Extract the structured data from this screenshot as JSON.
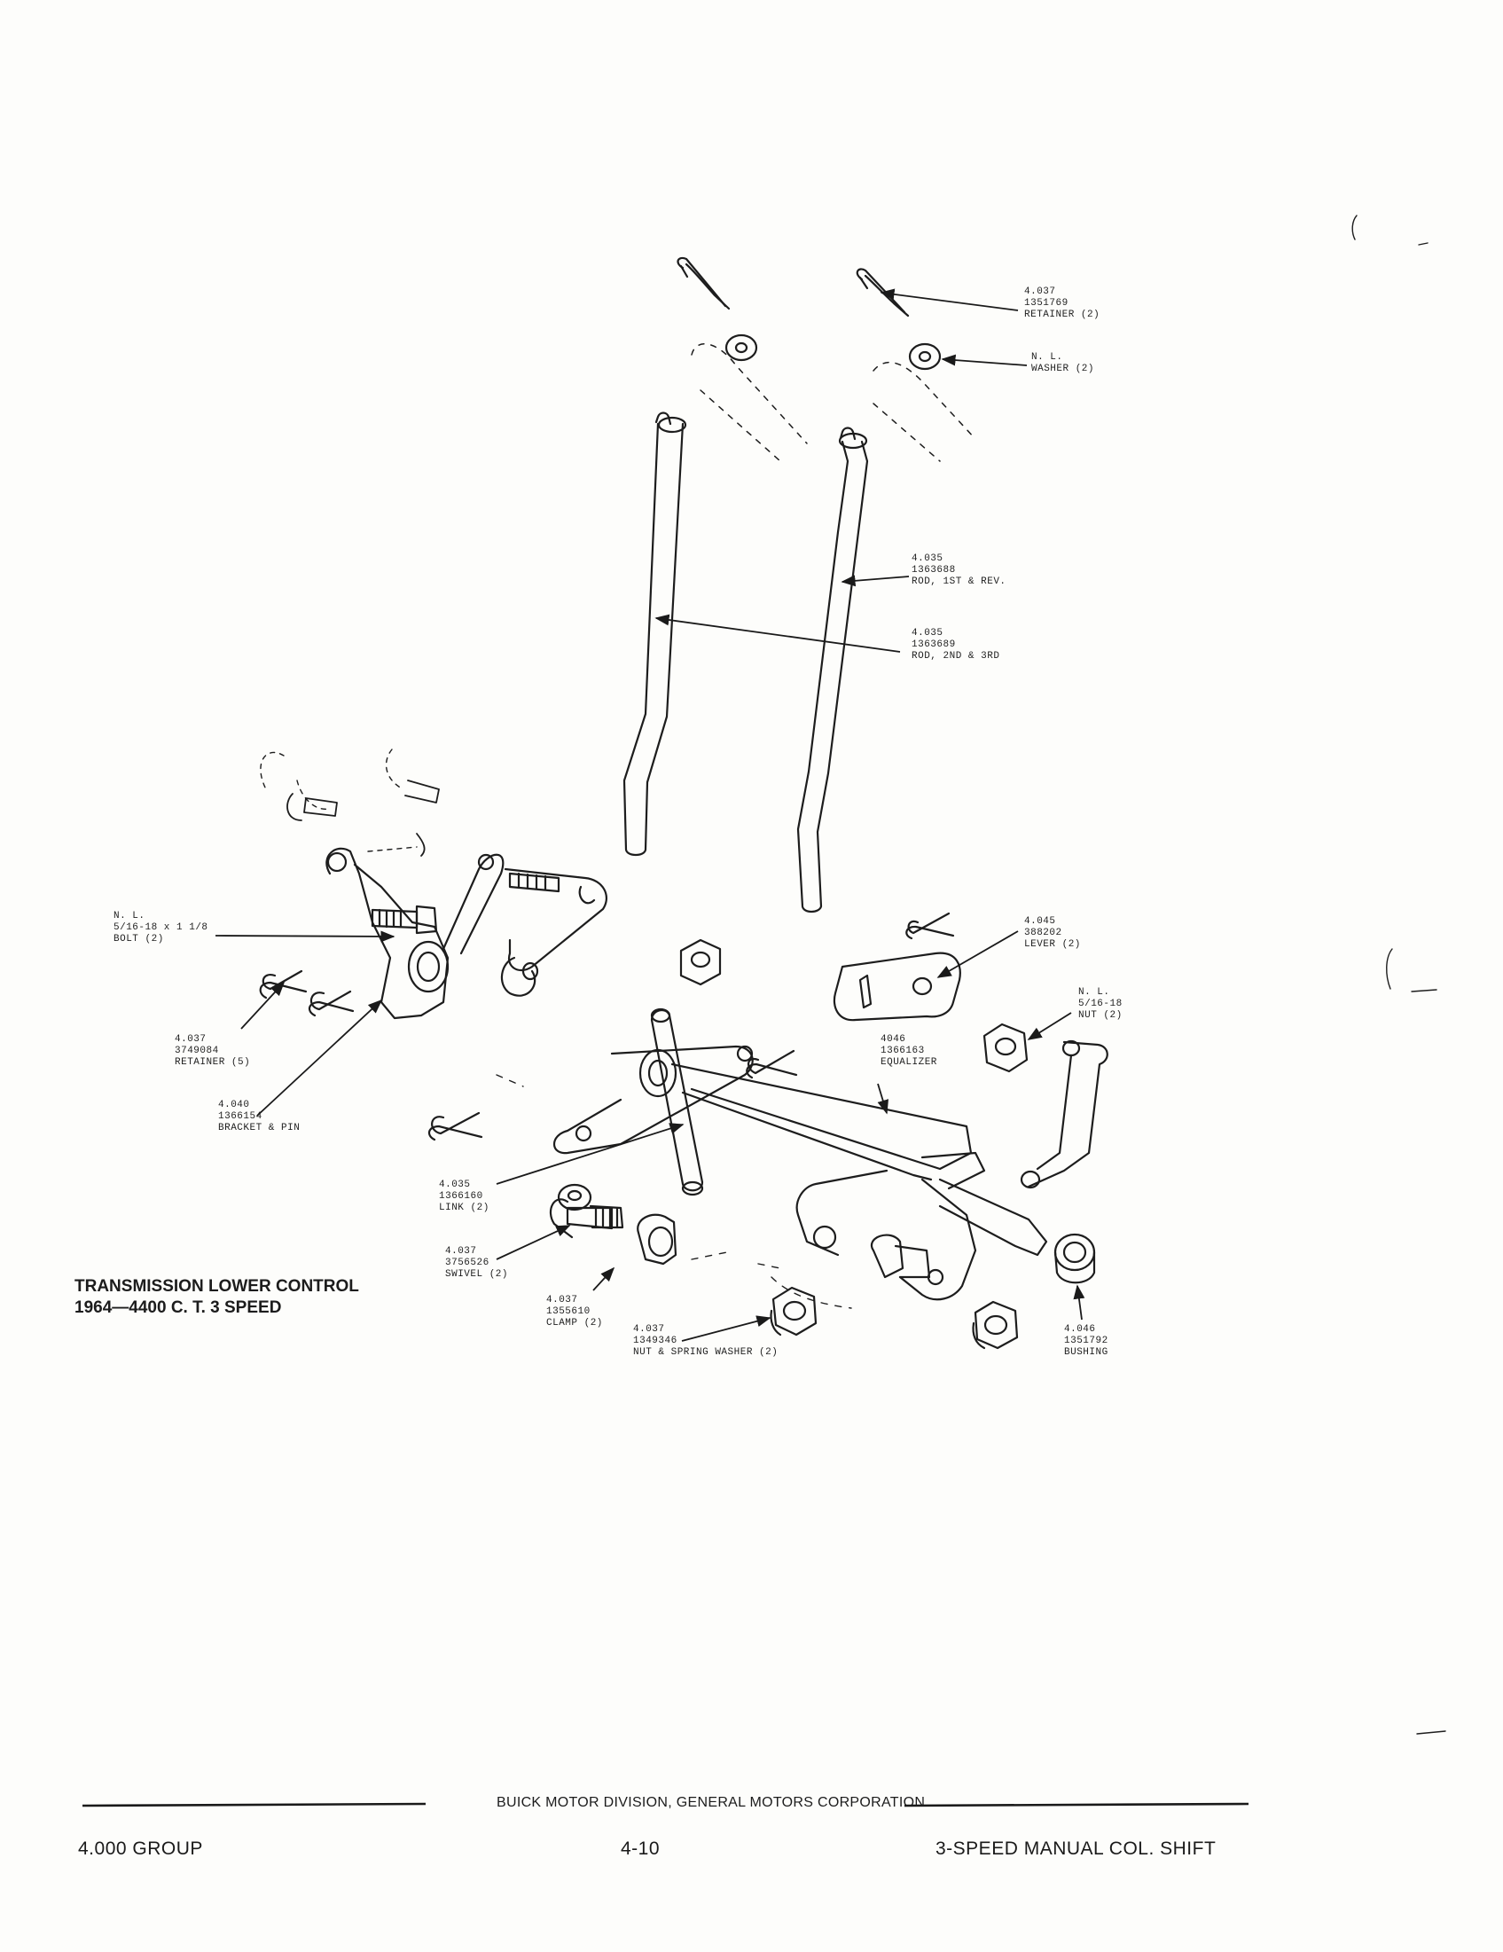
{
  "diagram": {
    "title_lines": [
      "TRANSMISSION LOWER CONTROL",
      "1964—4400 C. T. 3 SPEED"
    ],
    "callouts": [
      {
        "id": "retainer-top",
        "lines": [
          "4.037",
          "1351769",
          "RETAINER (2)"
        ]
      },
      {
        "id": "washer-top",
        "lines": [
          "N. L.",
          "WASHER (2)"
        ]
      },
      {
        "id": "rod-1st-rev",
        "lines": [
          "4.035",
          "1363688",
          "ROD, 1ST & REV."
        ]
      },
      {
        "id": "rod-2nd-3rd",
        "lines": [
          "4.035",
          "1363689",
          "ROD, 2ND & 3RD"
        ]
      },
      {
        "id": "bolt",
        "lines": [
          "N. L.",
          "5/16-18 x 1 1/8",
          "BOLT (2)"
        ]
      },
      {
        "id": "lever",
        "lines": [
          "4.045",
          "388202",
          "LEVER (2)"
        ]
      },
      {
        "id": "nut",
        "lines": [
          "N. L.",
          "5/16-18",
          "NUT (2)"
        ]
      },
      {
        "id": "retainer-left",
        "lines": [
          "4.037",
          "3749084",
          "RETAINER (5)"
        ]
      },
      {
        "id": "equalizer",
        "lines": [
          "4046",
          "1366163",
          "EQUALIZER"
        ]
      },
      {
        "id": "bracket-pin",
        "lines": [
          "4.040",
          "1366154",
          "BRACKET & PIN"
        ]
      },
      {
        "id": "link",
        "lines": [
          "4.035",
          "1366160",
          "LINK (2)"
        ]
      },
      {
        "id": "swivel",
        "lines": [
          "4.037",
          "3756526",
          "SWIVEL (2)"
        ]
      },
      {
        "id": "clamp",
        "lines": [
          "4.037",
          "1355610",
          "CLAMP (2)"
        ]
      },
      {
        "id": "nut-spring-washer",
        "lines": [
          "4.037",
          "1349346",
          "NUT & SPRING WASHER (2)"
        ]
      },
      {
        "id": "bushing",
        "lines": [
          "4.046",
          "1351792",
          "BUSHING"
        ]
      }
    ]
  },
  "footer": {
    "corporation": "BUICK MOTOR DIVISION, GENERAL MOTORS CORPORATION",
    "group": "4.000 GROUP",
    "page_number": "4-10",
    "section": "3-SPEED MANUAL COL. SHIFT"
  }
}
